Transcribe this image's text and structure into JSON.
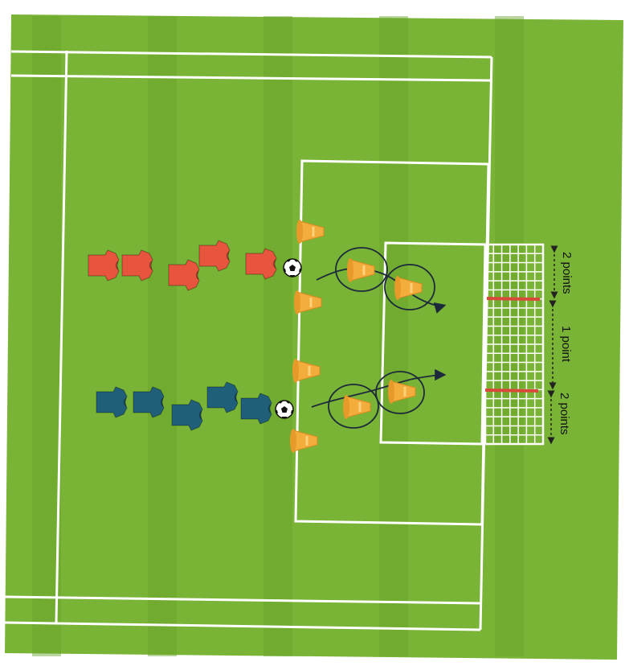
{
  "colors": {
    "grass_light": "#7fb83a",
    "grass_dark": "#68a22c",
    "line": "#ffffff",
    "cone": "#f2ad3c",
    "team_red": "#e8553e",
    "team_blue": "#1f5f7a",
    "net": "#ffffff",
    "post_marker": "#d9493a",
    "path_line": "#1d2a3a"
  },
  "icons": {
    "cone": "training-cone-icon",
    "ball": "soccer-ball-icon",
    "red_player": "red-shirt-player-icon",
    "blue_player": "blue-shirt-player-icon"
  },
  "team_red": {
    "player_count": 5
  },
  "team_blue": {
    "player_count": 5
  },
  "cone_count": 8,
  "scoring_zones": [
    {
      "label": "2 points"
    },
    {
      "label": "1 point"
    },
    {
      "label": "2 points"
    }
  ]
}
